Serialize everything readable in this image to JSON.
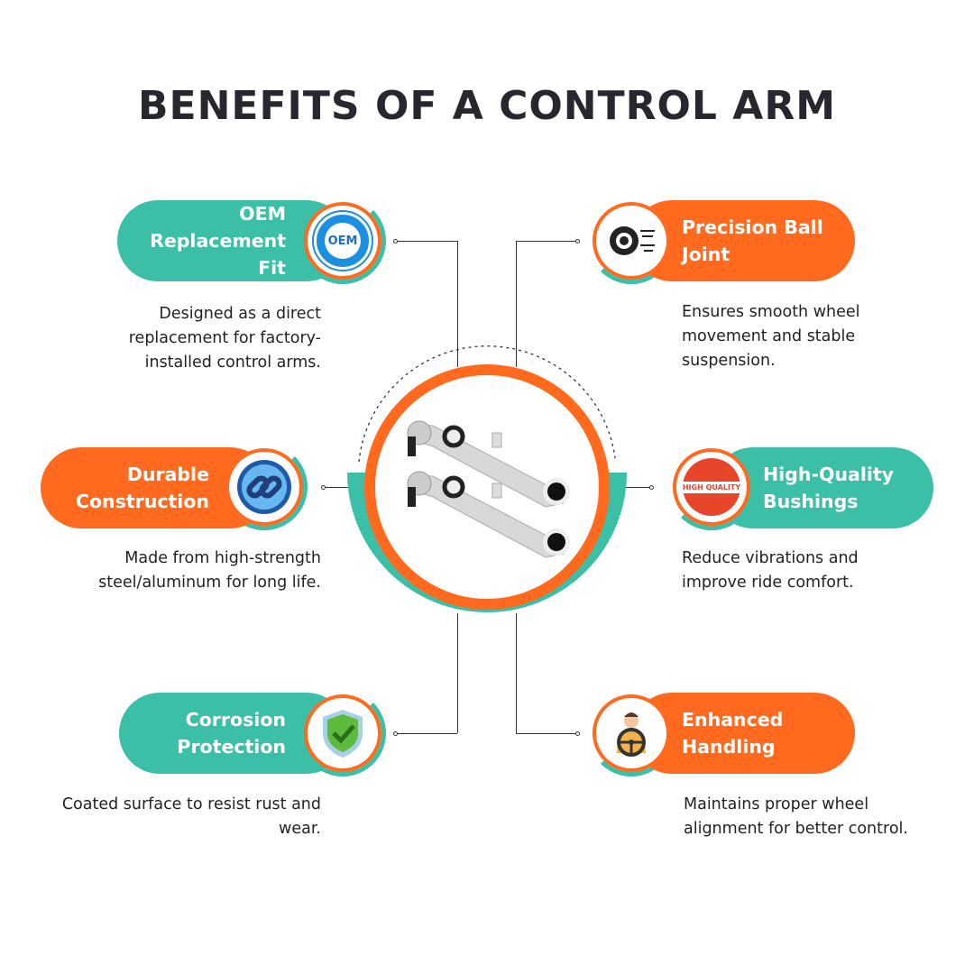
{
  "title": "BENEFITS OF A CONTROL ARM",
  "colors": {
    "teal": "#3cbfa7",
    "orange": "#ff6a1f",
    "title": "#272730"
  },
  "benefits": [
    {
      "title_1": "OEM",
      "title_2": "Replacement Fit",
      "desc": "Designed as a direct replacement for factory-installed control arms.",
      "icon": "oem-badge-icon",
      "badge_text": "OEM"
    },
    {
      "title_1": "Precision Ball",
      "title_2": "Joint",
      "desc": "Ensures smooth wheel movement and stable suspension.",
      "icon": "wheel-icon"
    },
    {
      "title_1": "Durable",
      "title_2": "Construction",
      "desc": "Made from high-strength steel/aluminum for long life.",
      "icon": "chain-link-icon"
    },
    {
      "title_1": "High-Quality",
      "title_2": "Bushings",
      "desc": "Reduce vibrations and improve ride comfort.",
      "icon": "quality-badge-icon",
      "badge_text": "HIGH QUALITY"
    },
    {
      "title_1": "Corrosion",
      "title_2": "Protection",
      "desc": "Coated surface to resist rust and wear.",
      "icon": "shield-check-icon"
    },
    {
      "title_1": "Enhanced",
      "title_2": "Handling",
      "desc": "Maintains proper wheel alignment for better control.",
      "icon": "steering-wheel-icon"
    }
  ]
}
